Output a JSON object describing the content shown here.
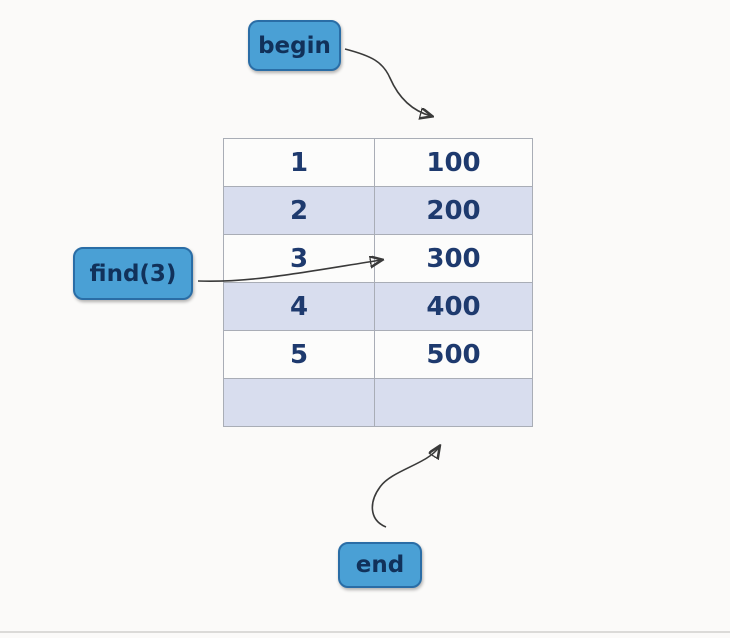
{
  "labels": {
    "begin": "begin",
    "find": "find(3)",
    "end": "end"
  },
  "table": {
    "rows": [
      {
        "key": "1",
        "value": "100"
      },
      {
        "key": "2",
        "value": "200"
      },
      {
        "key": "3",
        "value": "300"
      },
      {
        "key": "4",
        "value": "400"
      },
      {
        "key": "5",
        "value": "500"
      },
      {
        "key": "",
        "value": ""
      }
    ]
  },
  "colors": {
    "label_fill": "#4aa0d5",
    "label_border": "#2a6da6",
    "label_text": "#11315a",
    "row_alt": "#d8ddee",
    "row_plain": "#fcfcfb",
    "table_border": "#a9adb6",
    "cell_text": "#1e3a6e",
    "arrow": "#3a3a3a",
    "background": "#fbfaf9"
  }
}
